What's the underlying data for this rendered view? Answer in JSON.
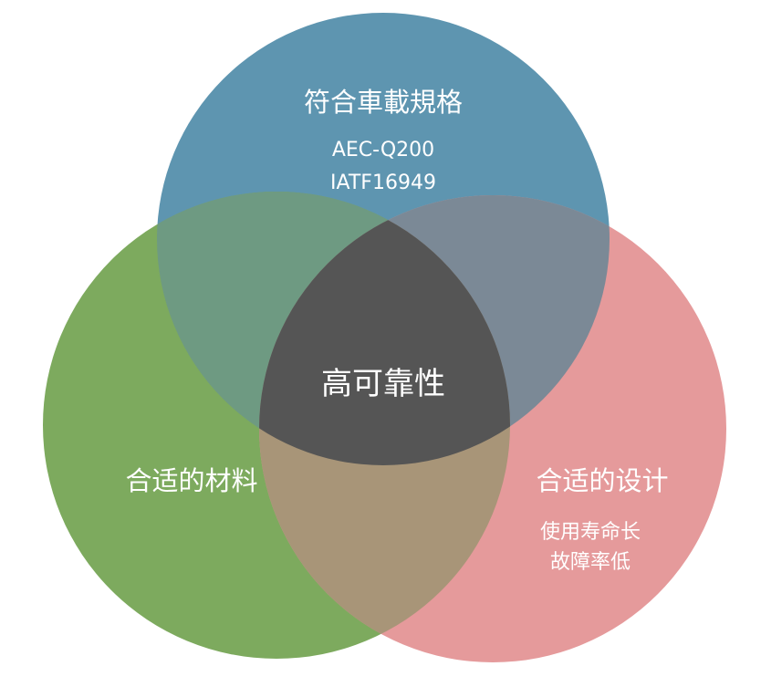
{
  "colors": {
    "top_circle": "#5e95b0",
    "left_circle": "#7daa5e",
    "right_circle": "#e59a9b",
    "top_left_overlap": "#6e9a82",
    "top_right_overlap": "#7b8996",
    "left_right_overlap": "#a89578",
    "center": "#555555",
    "text": "#ffffff"
  },
  "top_circle": {
    "title": "符合車載規格",
    "line1": "AEC-Q200",
    "line2": "IATF16949"
  },
  "left_circle": {
    "title": "合适的材料"
  },
  "right_circle": {
    "title": "合适的设计",
    "line1": "使用寿命长",
    "line2": "故障率低"
  },
  "center": {
    "title": "高可靠性"
  }
}
